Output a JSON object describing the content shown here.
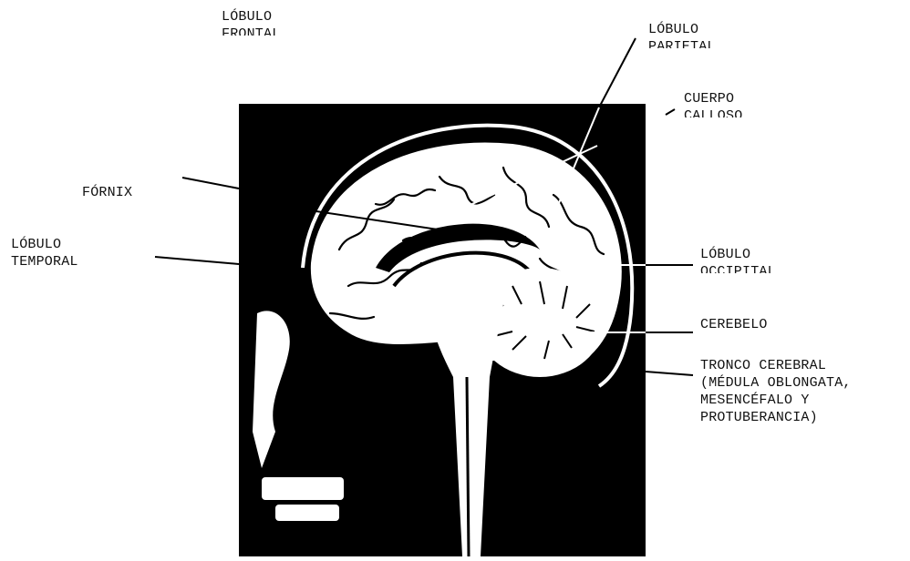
{
  "labels": {
    "frontal": [
      "LÓBULO",
      "FRONTAL"
    ],
    "parietal": [
      "LÓBULO",
      "PARIETAL"
    ],
    "callosum": [
      "CUERPO",
      "CALLOSO"
    ],
    "fornix": [
      "FÓRNIX"
    ],
    "temporal": [
      "LÓBULO",
      "TEMPORAL"
    ],
    "occipital": [
      "LÓBULO",
      "OCCIPITAL"
    ],
    "cerebellum": [
      "CEREBELO"
    ],
    "brainstem": [
      "TRONCO CEREBRAL",
      "(MÉDULA OBLONGATA,",
      "MESENCÉFALO Y",
      "PROTUBERANCIA)"
    ]
  },
  "colors": {
    "ink": "#111111",
    "panel": "#000000",
    "tissue": "#ffffff"
  }
}
